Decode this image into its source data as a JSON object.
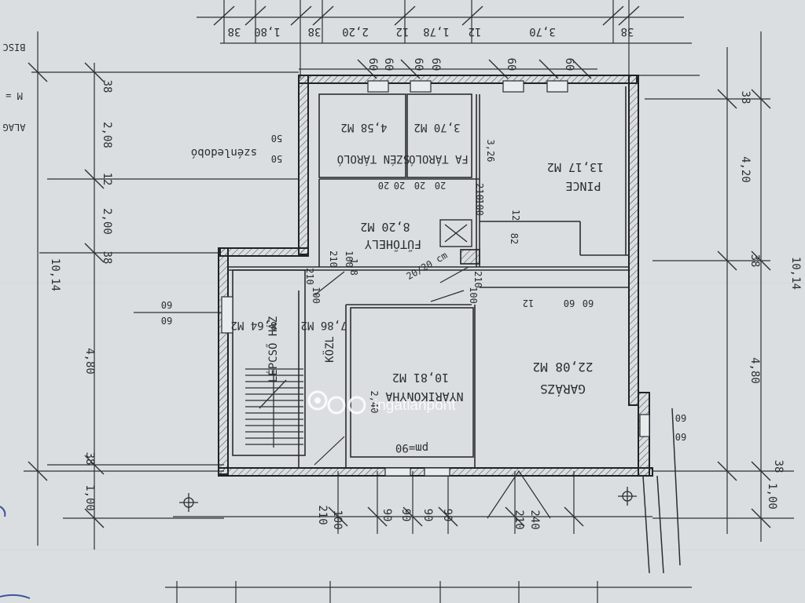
{
  "plan": {
    "rooms": [
      {
        "id": "szen",
        "name": "SZÉN TÁROLÓ",
        "area": "4,58 M2"
      },
      {
        "id": "fa",
        "name": "FA TÁROLÓ",
        "area": "3,70 M2"
      },
      {
        "id": "pince",
        "name": "PINCE",
        "area": "13,17 M2"
      },
      {
        "id": "futohely",
        "name": "FŰTŐHELY",
        "area": "8,20 M2"
      },
      {
        "id": "lepcsohaz",
        "name": "LÉPCSŐ HÁZ",
        "area": "8,64 M2"
      },
      {
        "id": "kozl",
        "name": "KÖZL",
        "area": "7,86 M2"
      },
      {
        "id": "narikonyha",
        "name": "NYÁRIKONYHA",
        "area": "10,81 M2"
      },
      {
        "id": "garazs",
        "name": "GARÁZS",
        "area": "22,08 M2"
      }
    ],
    "labels": {
      "szenledobo": "szénledobó",
      "chimney": "20/20 cm",
      "pm": "pm=90",
      "edge_top": "BISC",
      "edge_mid": "M =",
      "edge_low": "ALAG"
    },
    "dims": {
      "top": [
        "38",
        "1,80",
        "38",
        "2,20",
        "12",
        "1,78",
        "12",
        "3,70",
        "38"
      ],
      "windows_top": [
        "60",
        "60",
        "60",
        "60",
        "60",
        "60"
      ],
      "left": [
        "38",
        "2,08",
        "12",
        "2,00",
        "38",
        "4,80",
        "38",
        "1,00"
      ],
      "left_total": "10,14",
      "right": [
        "38",
        "4,20",
        "38",
        "4,80",
        "38",
        "1,00"
      ],
      "right_total": "10,14",
      "bottom": [
        "100",
        "210",
        "90",
        "90",
        "90",
        "90",
        "240",
        "210"
      ],
      "inner": [
        "50",
        "50",
        "3,26",
        "20",
        "20",
        "20",
        "20",
        "210",
        "100",
        "82",
        "12",
        "210",
        "100",
        "210",
        "100",
        "210",
        "100",
        "2,40",
        "1,8",
        "12",
        "60",
        "60",
        "60",
        "60",
        "60",
        "60"
      ]
    },
    "watermark": "ingatlanpont"
  }
}
